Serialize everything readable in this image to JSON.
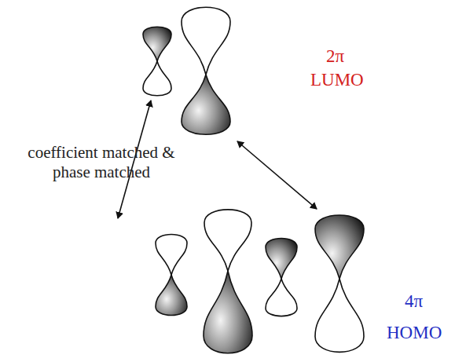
{
  "diagram": {
    "labels": [
      "2π",
      "LUMO",
      "coefficient matched & phase matched",
      "4π",
      "HOMO"
    ]
  }
}
